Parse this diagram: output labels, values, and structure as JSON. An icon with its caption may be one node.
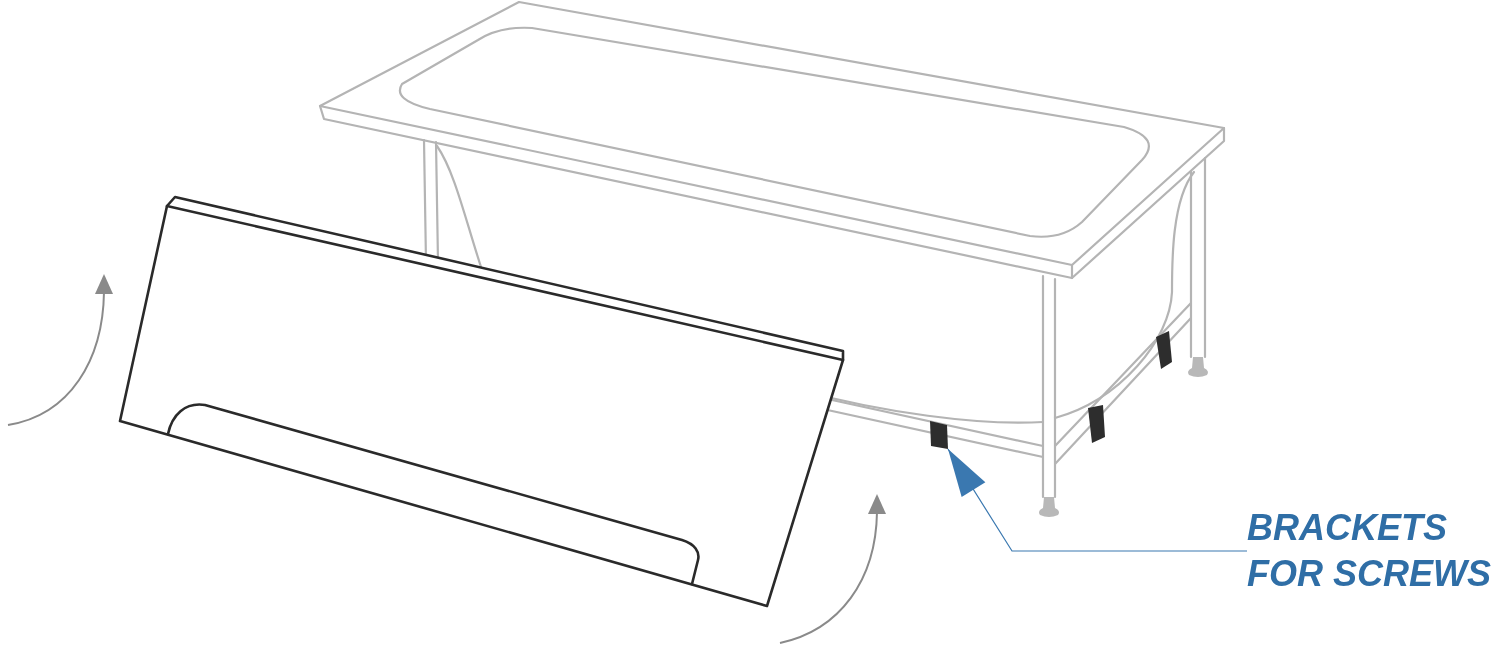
{
  "diagram": {
    "nodes": [
      {
        "text": [
          "BRACKETS FOR SCREWS"
        ]
      },
      {
        "text": [],
        "shape": "box"
      }
    ],
    "edges": [
      {
        "from": 0,
        "to": 1,
        "arrow": "to"
      }
    ]
  }
}
